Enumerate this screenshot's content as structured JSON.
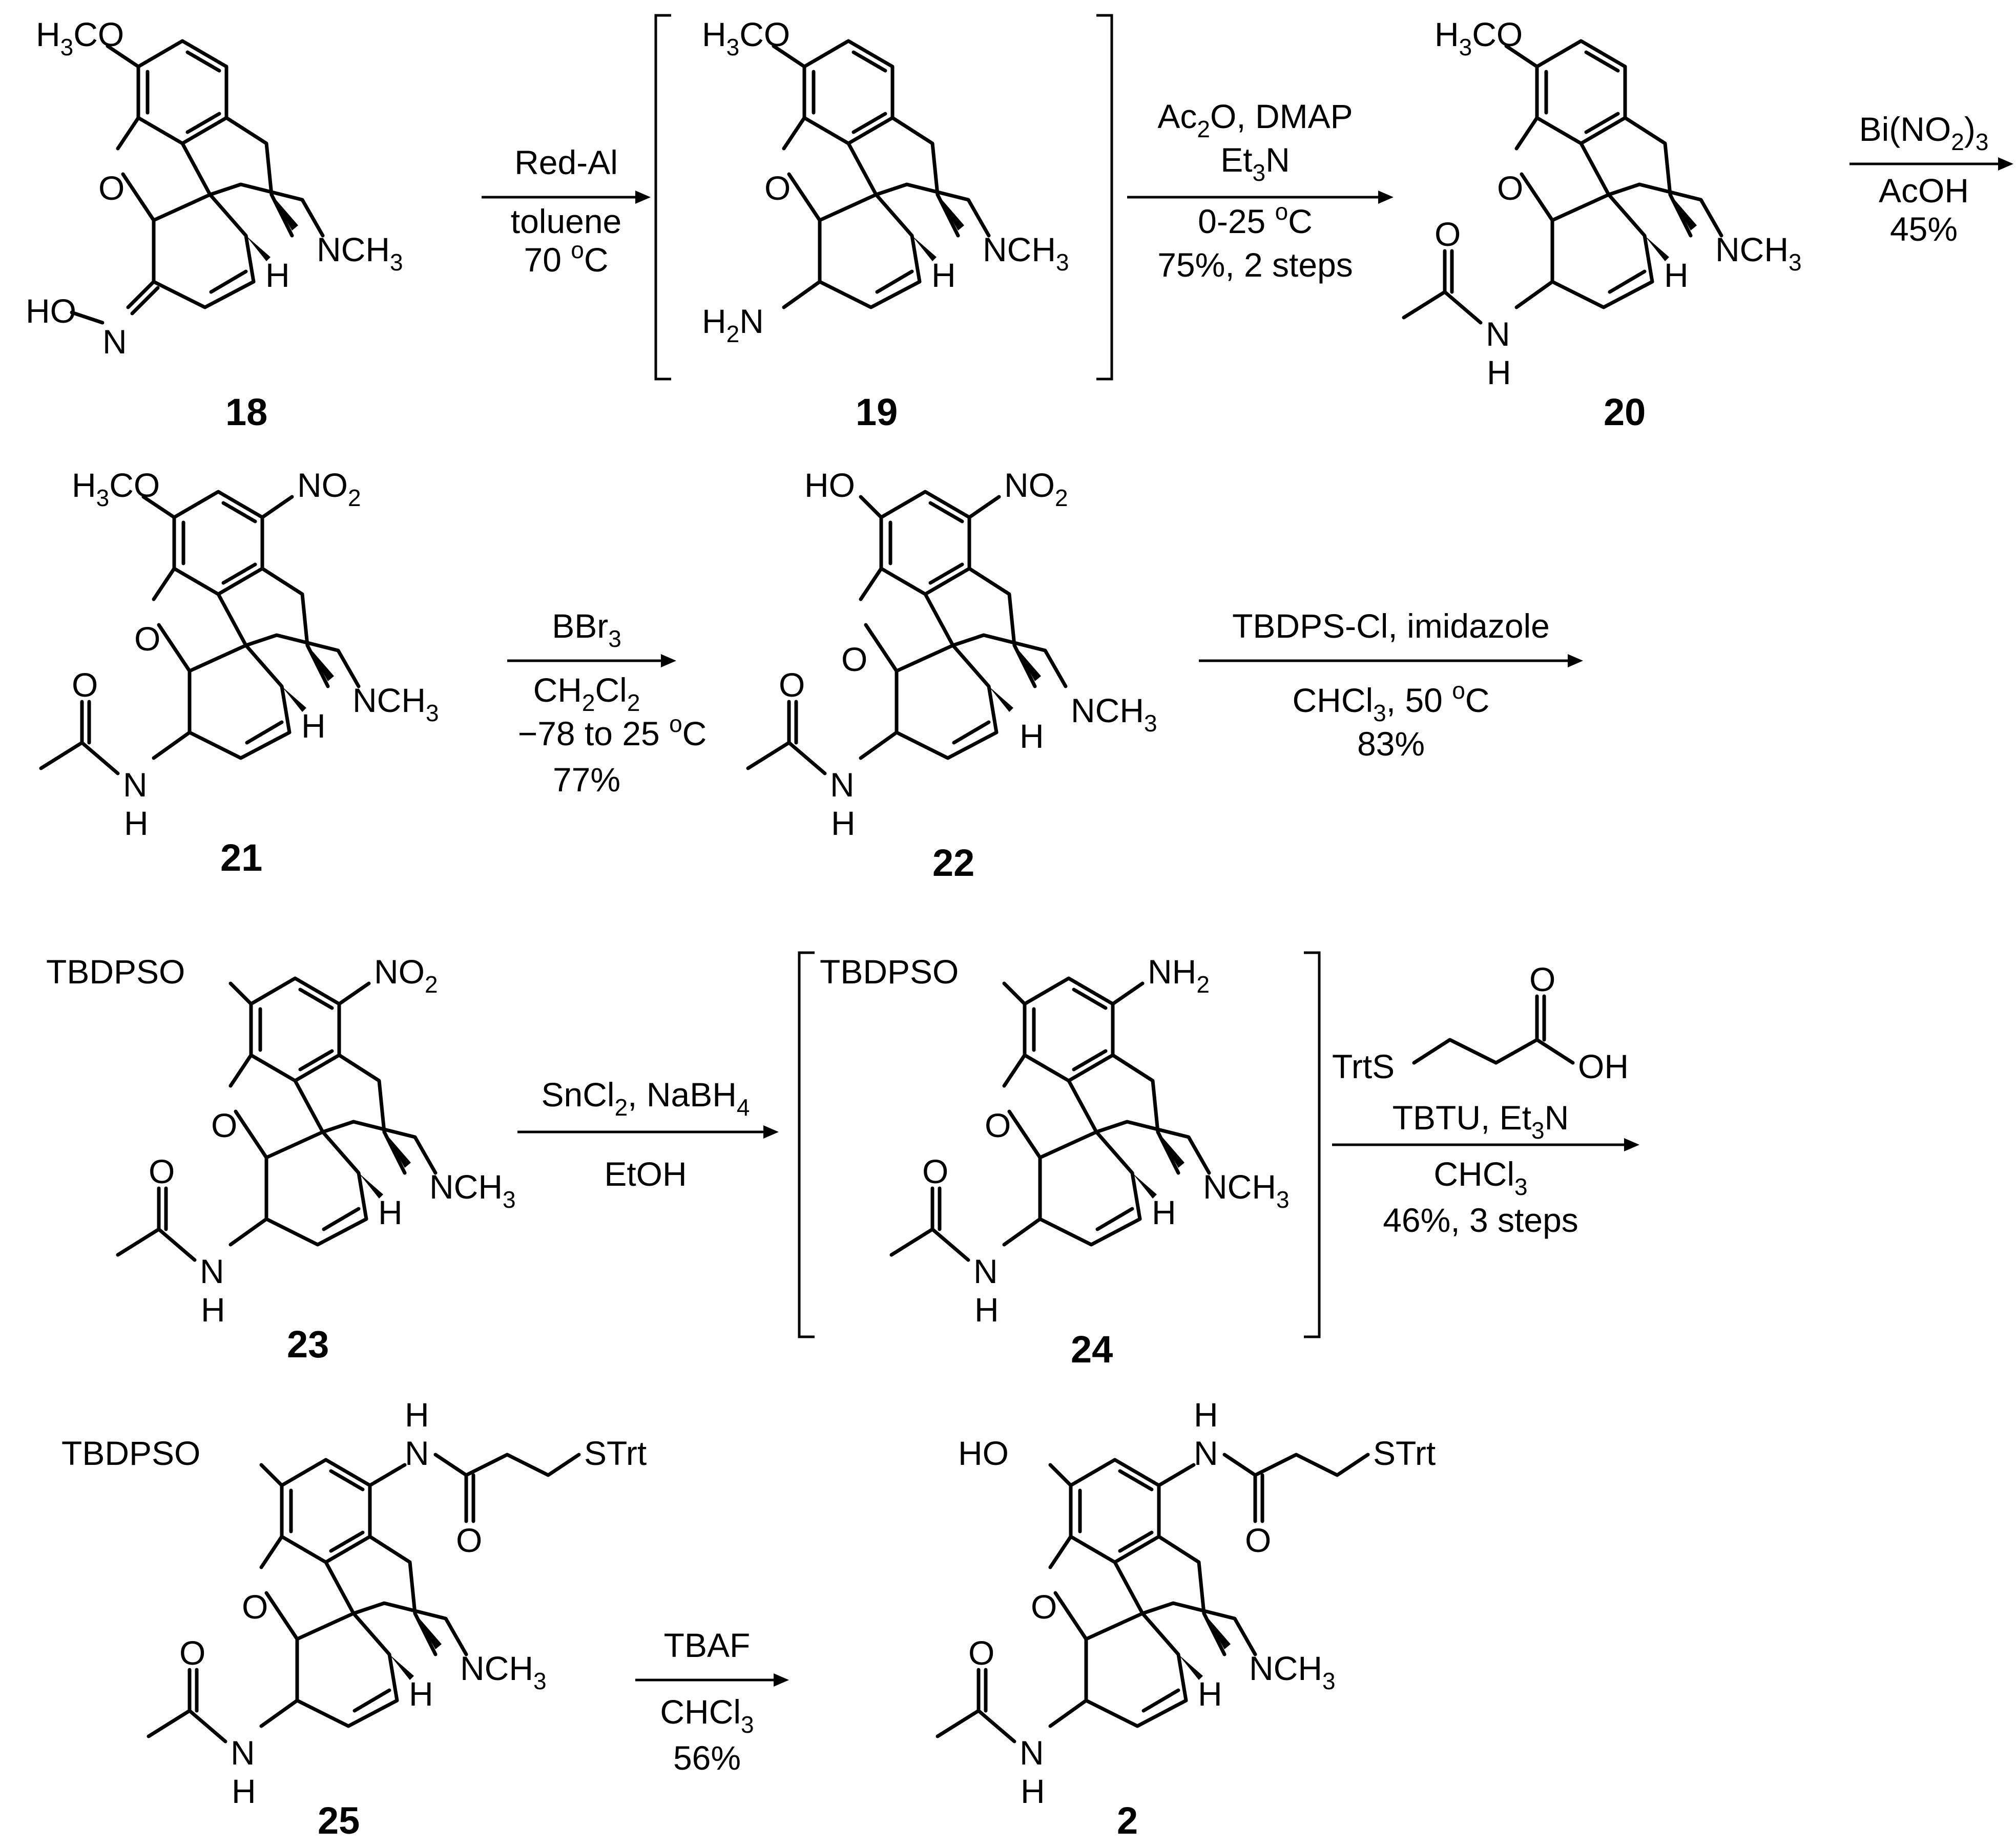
{
  "labels": {
    "sub": {
      "three": "3",
      "two": "2",
      "four": "4"
    },
    "groups": {
      "h3co": [
        "H",
        "CO"
      ],
      "ho": "HO",
      "tbdpso": "TBDPSO",
      "nch3": [
        "NCH",
        ""
      ],
      "h": "H",
      "o": "O",
      "hon": [
        "HO",
        "N"
      ],
      "h2n": [
        "H",
        "N"
      ],
      "no2": [
        "NO",
        ""
      ],
      "nh2": [
        "NH",
        ""
      ],
      "nh_amide": [
        "N",
        "H"
      ],
      "strt": "STrt",
      "trts": "TrtS",
      "oh": "OH"
    }
  },
  "compounds": [
    {
      "id": "c18",
      "label": "18"
    },
    {
      "id": "c19",
      "label": "19"
    },
    {
      "id": "c20",
      "label": "20"
    },
    {
      "id": "c21",
      "label": "21"
    },
    {
      "id": "c22",
      "label": "22"
    },
    {
      "id": "c23",
      "label": "23"
    },
    {
      "id": "c24",
      "label": "24"
    },
    {
      "id": "c25",
      "label": "25"
    },
    {
      "id": "c2",
      "label": "2"
    }
  ],
  "steps": [
    {
      "id": "step1",
      "above": [
        [
          "Red-Al"
        ]
      ],
      "below": [
        [
          "toluene"
        ],
        [
          "70 ",
          "o",
          "C"
        ]
      ]
    },
    {
      "id": "step2",
      "above": [
        [
          "Ac",
          "2",
          "O, DMAP"
        ],
        [
          "Et",
          "3",
          "N"
        ]
      ],
      "below": [
        [
          "0-25 ",
          "o",
          "C"
        ],
        [
          "75%, 2 steps"
        ]
      ]
    },
    {
      "id": "step3",
      "above": [
        [
          "Bi(NO",
          "2",
          ")",
          "3"
        ]
      ],
      "below": [
        [
          "AcOH"
        ],
        [
          "45%"
        ]
      ]
    },
    {
      "id": "step4",
      "above": [
        [
          "BBr",
          "3"
        ]
      ],
      "below": [
        [
          "CH",
          "2",
          "Cl",
          "2"
        ],
        [
          "−78 to 25 ",
          "o",
          "C"
        ],
        [
          "77%"
        ]
      ]
    },
    {
      "id": "step5",
      "above": [
        [
          "TBDPS-Cl, imidazole"
        ]
      ],
      "below": [
        [
          "CHCl",
          "3",
          ", 50 ",
          "o",
          "C"
        ],
        [
          "83%"
        ]
      ]
    },
    {
      "id": "step6",
      "above": [
        [
          "SnCl",
          "2",
          ", NaBH",
          "4"
        ]
      ],
      "below": [
        [
          "EtOH"
        ]
      ]
    },
    {
      "id": "step7",
      "above": [
        [
          "TBTU, Et",
          "3",
          "N"
        ]
      ],
      "below": [
        [
          "CHCl",
          "3"
        ],
        [
          "46%, 3 steps"
        ]
      ]
    },
    {
      "id": "step8",
      "above": [
        [
          "TBAF"
        ]
      ],
      "below": [
        [
          "CHCl",
          "3"
        ],
        [
          "56%"
        ]
      ]
    }
  ]
}
